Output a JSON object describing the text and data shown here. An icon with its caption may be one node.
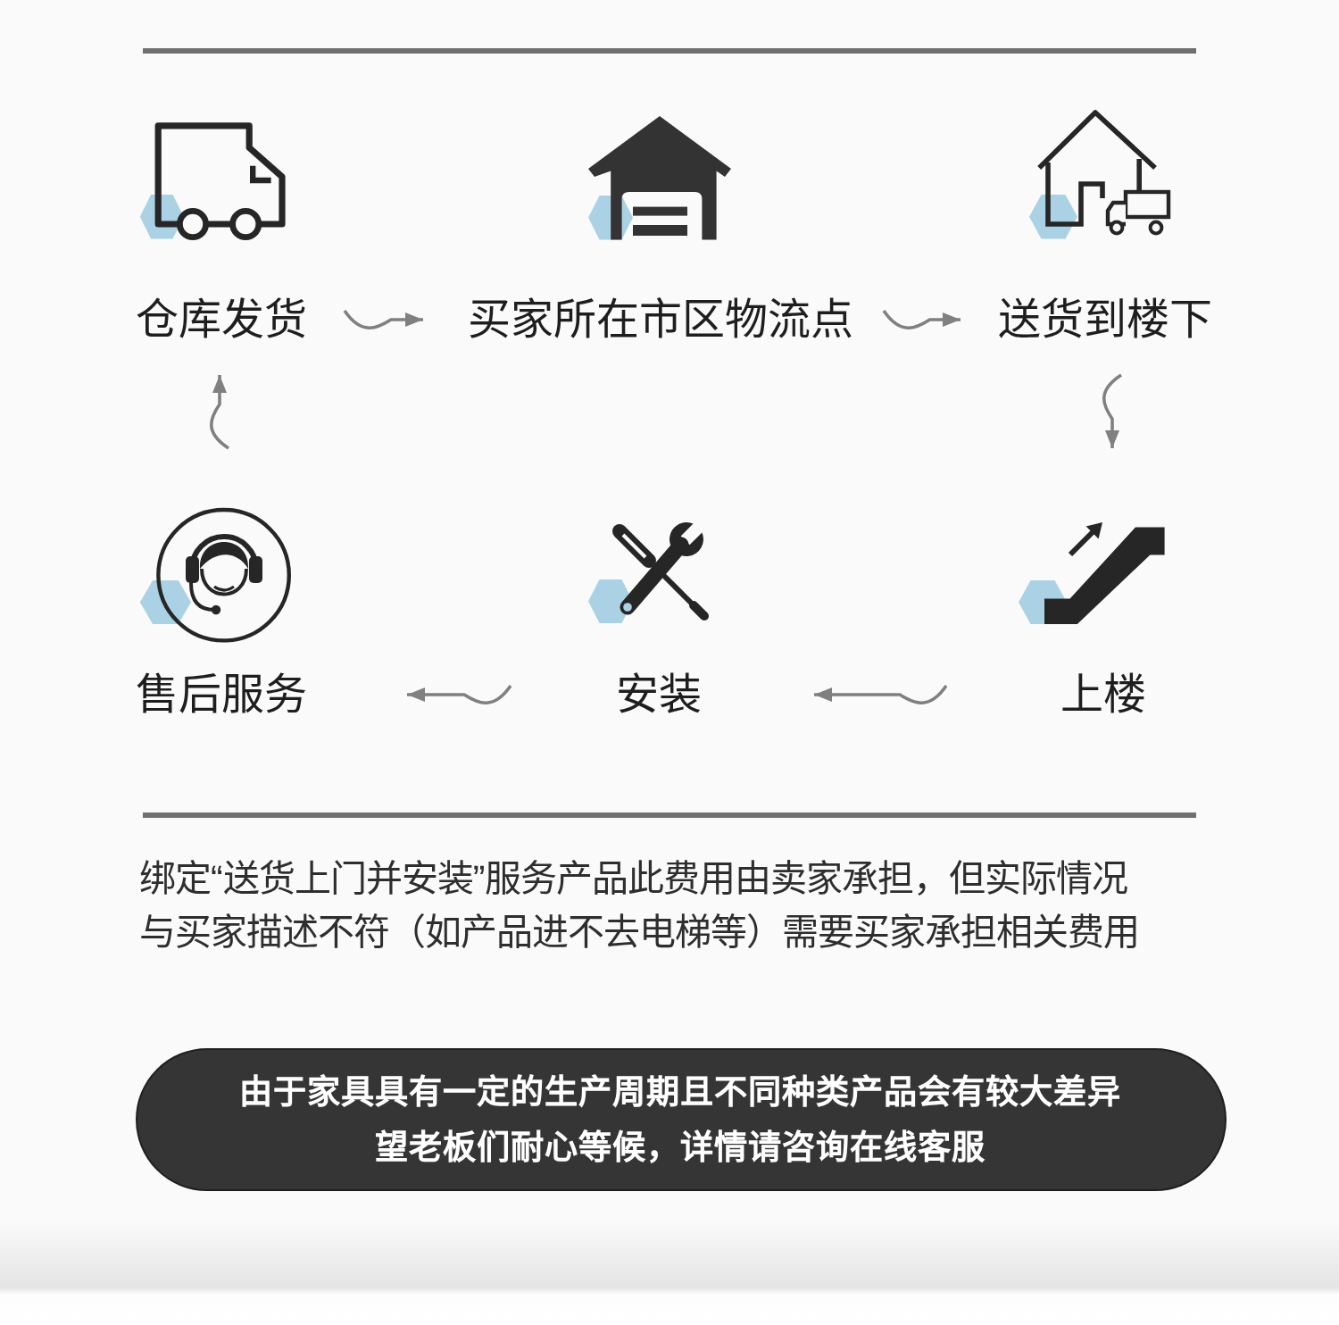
{
  "diagram": {
    "nodes": [
      {
        "text": [
          "仓库发货"
        ]
      },
      {
        "text": [
          "买家所在市区物流点"
        ]
      },
      {
        "text": [
          "送货到楼下"
        ]
      },
      {
        "text": [
          "售后服务"
        ]
      },
      {
        "text": [
          "安装"
        ]
      },
      {
        "text": [
          "上楼"
        ]
      },
      {
        "text": [
          "由于家具具有一定的生产周期且不同种类产品会有较大差异望老板们耐心等候，详情请咨询在线客服"
        ]
      }
    ],
    "edges": [
      {
        "from": 0,
        "to": 1,
        "arrow": "to"
      },
      {
        "from": 1,
        "to": 2,
        "arrow": "to"
      },
      {
        "from": 2,
        "to": 5,
        "arrow": "to"
      },
      {
        "from": 5,
        "to": 4,
        "arrow": "to"
      },
      {
        "from": 4,
        "to": 3,
        "arrow": "to"
      },
      {
        "from": 3,
        "to": 0,
        "arrow": "to"
      }
    ],
    "labels": [
      "绑定“送货上门并安装”服务产品此费用由卖家承担，但实际情况与买家描述不符（如产品进不去电梯等）需要买家承担相关费用"
    ]
  }
}
